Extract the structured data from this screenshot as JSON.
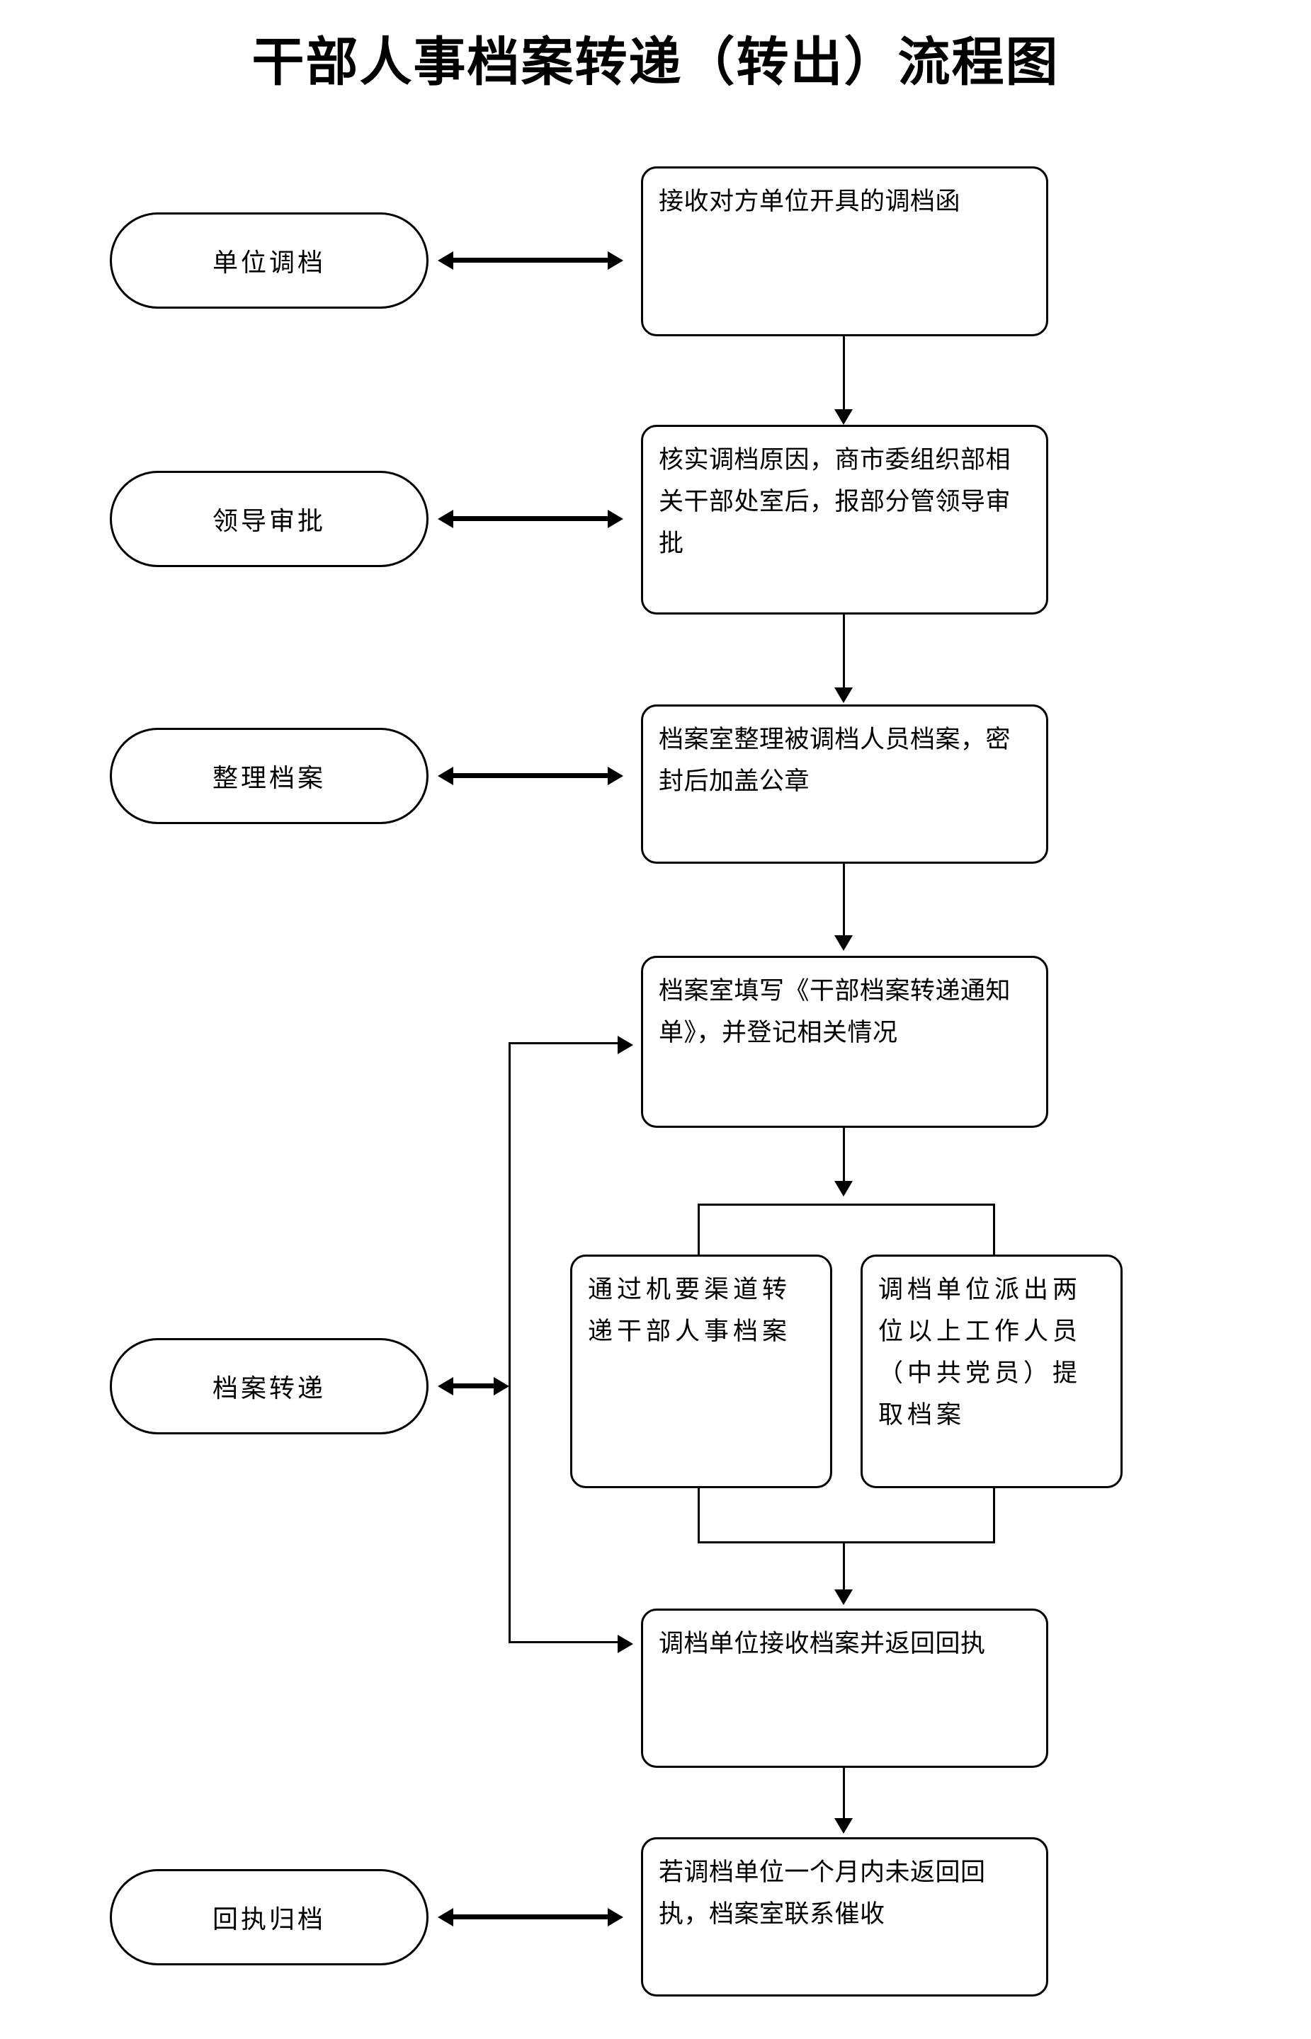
{
  "title": "干部人事档案转递（转出）流程图",
  "stages": [
    {
      "id": "stage-unit-request",
      "label": "单位调档"
    },
    {
      "id": "stage-leader-approval",
      "label": "领导审批"
    },
    {
      "id": "stage-organize-file",
      "label": "整理档案"
    },
    {
      "id": "stage-file-transfer",
      "label": "档案转递"
    },
    {
      "id": "stage-receipt-filing",
      "label": "回执归档"
    }
  ],
  "steps": [
    {
      "id": "step-receive-letter",
      "text": "接收对方单位开具的调档函"
    },
    {
      "id": "step-verify-approve",
      "text": "核实调档原因，商市委组织部相关干部处室后，报部分管领导审批"
    },
    {
      "id": "step-organize-seal",
      "text": "档案室整理被调档人员档案，密封后加盖公章"
    },
    {
      "id": "step-fill-notice",
      "text": "档案室填写《干部档案转递通知单》，并登记相关情况"
    },
    {
      "id": "step-confidential-channel",
      "text": "通过机要渠道转递干部人事档案"
    },
    {
      "id": "step-dispatch-staff",
      "text": "调档单位派出两位以上工作人员（中共党员）提取档案"
    },
    {
      "id": "step-receive-receipt",
      "text": "调档单位接收档案并返回回执"
    },
    {
      "id": "step-urge-receipt",
      "text": "若调档单位一个月内未返回回执，档案室联系催收"
    }
  ],
  "colors": {
    "stroke": "#000000",
    "fill": "#ffffff",
    "text": "#000000"
  }
}
